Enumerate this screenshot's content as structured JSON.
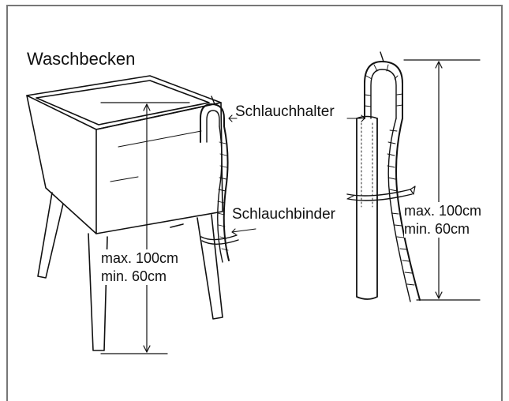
{
  "labels": {
    "sink": "Waschbecken",
    "hose_holder": "Schlauchhalter",
    "hose_tie": "Schlauchbinder"
  },
  "measurements": {
    "left": {
      "max": "max. 100cm",
      "min": "min. 60cm"
    },
    "right": {
      "max": "max. 100cm",
      "min": "min. 60cm"
    }
  },
  "colors": {
    "line": "#111111",
    "frame": "#777777",
    "background": "#ffffff"
  }
}
